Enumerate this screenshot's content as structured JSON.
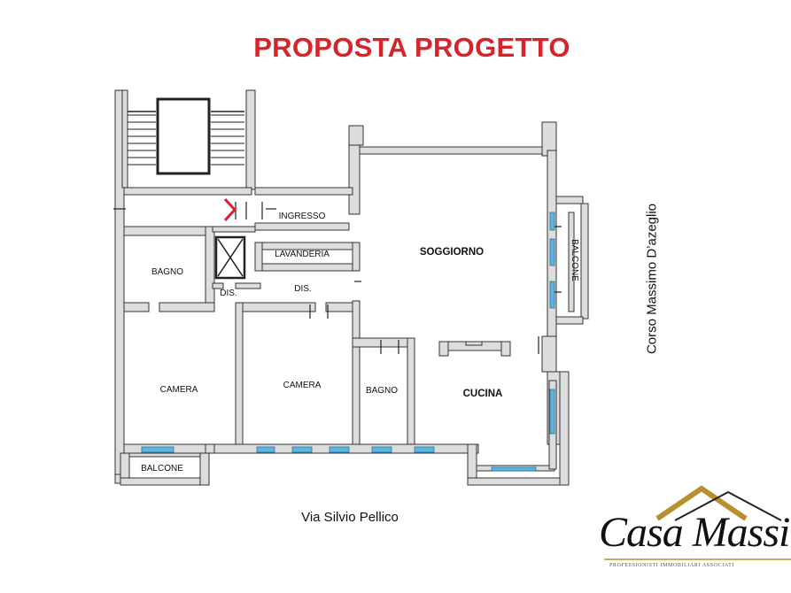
{
  "title": "PROPOSTA PROGETTO",
  "colors": {
    "title": "#d8232a",
    "wall_fill": "#dddddd",
    "wall_stroke": "#333333",
    "window": "#59b7e3",
    "entry_marker": "#d8232a",
    "logo_gold": "#b8912e"
  },
  "rooms": {
    "ingresso": "INGRESSO",
    "lavanderia": "LAVANDERIA",
    "soggiorno": "SOGGIORNO",
    "balcone_right": "BALCONE",
    "bagno_left": "BAGNO",
    "dis_left": "DIS.",
    "dis_center": "DIS.",
    "camera_left": "CAMERA",
    "camera_center": "CAMERA",
    "bagno_center": "BAGNO",
    "cucina": "CUCINA",
    "balcone_bottom": "BALCONE"
  },
  "streets": {
    "bottom": "Via Silvio Pellico",
    "right": "Corso Massimo D’azeglio"
  },
  "logo": {
    "name": "Casa Massi",
    "tagline": "PROFESSIONISTI IMMOBILIARI ASSOCIATI"
  }
}
